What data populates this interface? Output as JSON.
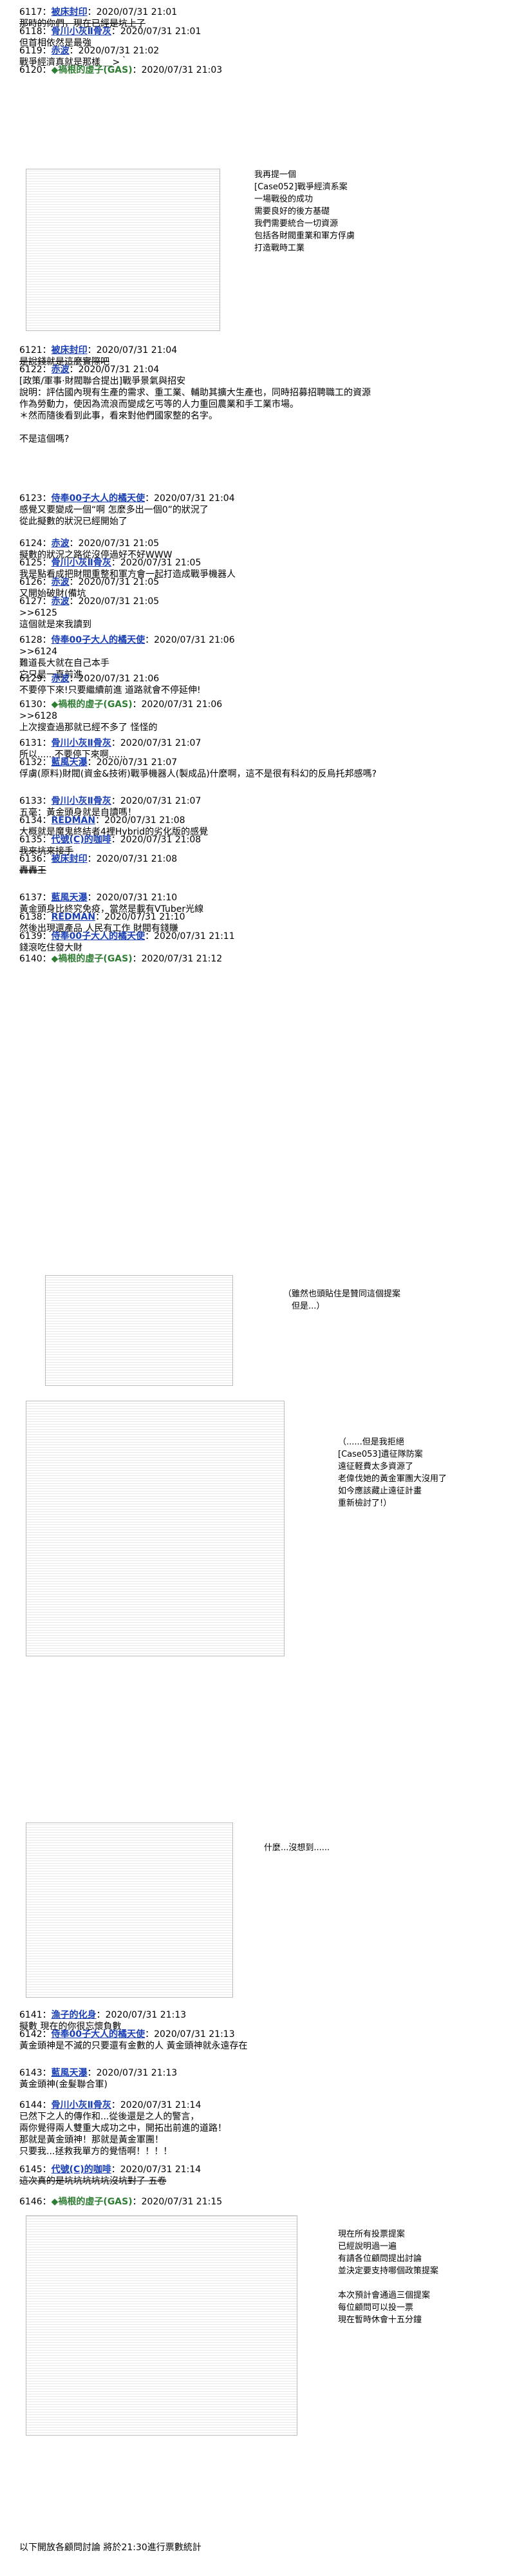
{
  "posts": [
    {
      "no": "6117",
      "name": "被床封印",
      "ts": "2020/07/31 21:01",
      "body": "那時的你們，現在已經是坑上了",
      "strike": true
    },
    {
      "no": "6118",
      "name": "骨川小灰Ⅱ骨灰",
      "ts": "2020/07/31 21:01",
      "body": "但首相依然是最強"
    },
    {
      "no": "6119",
      "name": "赤波",
      "ts": "2020/07/31 21:02",
      "body": "戰爭經濟真就是那樣 ＿>｀"
    },
    {
      "no": "6120",
      "name": "禍根的虛子(GAS)",
      "ts": "2020/07/31 21:03",
      "trip": true,
      "body": ""
    },
    {
      "no": "6121",
      "name": "被床封印",
      "ts": "2020/07/31 21:04",
      "body": "是說錢就是這麼實際吧",
      "strike": true
    },
    {
      "no": "6122",
      "name": "赤波",
      "ts": "2020/07/31 21:04",
      "body": "[政策/軍事·財閥聯合提出]戰爭景氣與招安\n說明：評估國內現有生產的需求、重工業、輔助其擴大生產也，同時招募招聘職工的資源\n作為勞動力，使因為流浪而變成乞丐等的人力重回農業和手工業市場。\n＊然而隨後看到此事，看來對他們國家整的名字。\n\n不是這個嗎?"
    },
    {
      "no": "6123",
      "name": "侍奉00子大人的橘天使",
      "ts": "2020/07/31 21:04",
      "body": "感覺又要變成一個“啊 怎麼多出一個0”的狀況了\n從此擬數的狀況已經開始了"
    },
    {
      "no": "6124",
      "name": "赤波",
      "ts": "2020/07/31 21:05",
      "body": "擬數的狀況之路從沒停過好不好WWW"
    },
    {
      "no": "6125",
      "name": "骨川小灰Ⅱ骨灰",
      "ts": "2020/07/31 21:05",
      "body": "我是點看成把財閥重整和軍方會一起打造成戰爭機器人"
    },
    {
      "no": "6126",
      "name": "赤波",
      "ts": "2020/07/31 21:05",
      "body": "又開始破財(備坑"
    },
    {
      "no": "6127",
      "name": "赤波",
      "ts": "2020/07/31 21:05",
      "body": ">>6125\n這個就是來我讀到"
    },
    {
      "no": "6128",
      "name": "侍奉00子大人的橘天使",
      "ts": "2020/07/31 21:06",
      "body": ">>6124\n難道長大就在自己本手\n它只是一直前進",
      "strike_line": 1
    },
    {
      "no": "6129",
      "name": "赤波",
      "ts": "2020/07/31 21:06",
      "body": "不要停下來!只要繼續前進 道路就會不停延伸!"
    },
    {
      "no": "6130",
      "name": "禍根的虛子(GAS)",
      "ts": "2020/07/31 21:06",
      "trip": true,
      "body": ">>6128\n上次搜查過那就已經不多了 怪怪的"
    },
    {
      "no": "6131",
      "name": "骨川小灰Ⅱ骨灰",
      "ts": "2020/07/31 21:07",
      "body": "所以......不要停下來啊......"
    },
    {
      "no": "6132",
      "name": "藍風天瀑",
      "ts": "2020/07/31 21:07",
      "body": "俘虜(原料)財閥(資金&技術)戰爭機器人(製成品)什麼啊，這不是很有科幻的反烏托邦感嗎?"
    },
    {
      "no": "6133",
      "name": "骨川小灰Ⅱ骨灰",
      "ts": "2020/07/31 21:07",
      "body": "五毫：黃金頭身就是自讀嗎！"
    },
    {
      "no": "6134",
      "name": "REDMAN",
      "ts": "2020/07/31 21:08",
      "body": "大概就是魔鬼終結者4裡Hybrid的劣化版的感覺"
    },
    {
      "no": "6135",
      "name": "代號(C)的咖啡",
      "ts": "2020/07/31 21:08",
      "body": "我來坑來接手",
      "strike": true
    },
    {
      "no": "6136",
      "name": "被床封印",
      "ts": "2020/07/31 21:08",
      "body": "轟轟王",
      "strike": true
    },
    {
      "no": "6137",
      "name": "藍風天瀑",
      "ts": "2020/07/31 21:10",
      "body": "黃金頭身比終究免疫，當然是載有VTuber光線"
    },
    {
      "no": "6138",
      "name": "REDMAN",
      "ts": "2020/07/31 21:10",
      "body": "然後出現還產品 人民有工作 財閥有錢賺"
    },
    {
      "no": "6139",
      "name": "侍奉00子大人的橘天使",
      "ts": "2020/07/31 21:11",
      "body": "錢滾吃住發大財"
    },
    {
      "no": "6140",
      "name": "禍根的虛子(GAS)",
      "ts": "2020/07/31 21:12",
      "trip": true,
      "body": ""
    },
    {
      "no": "6141",
      "name": "漁子的化身",
      "ts": "2020/07/31 21:13",
      "body": "擬數 現在的你很忘懷負數"
    },
    {
      "no": "6142",
      "name": "侍奉00子大人的橘天使",
      "ts": "2020/07/31 21:13",
      "body": "黃金頭神是不滅的只要還有金數的人 黃金頭神就永遠存在"
    },
    {
      "no": "6143",
      "name": "藍風天瀑",
      "ts": "2020/07/31 21:13",
      "body": "黃金頭神(金髮聯合軍)"
    },
    {
      "no": "6144",
      "name": "骨川小灰Ⅱ骨灰",
      "ts": "2020/07/31 21:14",
      "body": "已然下之人的傳作和...從後還是之人的警言，\n兩你覺得兩人雙重大成功之中，開拓出前進的道路！\n那就是黃金頭神！那就是黃金軍團！\n只要我...拯救我單方的覺悟啊！！！！"
    },
    {
      "no": "6145",
      "name": "代號(C)的咖啡",
      "ts": "2020/07/31 21:14",
      "body": "這次真的是坑坑坑坑坑沒坑對了 五卷",
      "strike": true
    },
    {
      "no": "6146",
      "name": "禍根的虛子(GAS)",
      "ts": "2020/07/31 21:15",
      "trip": true,
      "body": ""
    }
  ],
  "aa_texts": {
    "aa1": "我再提一個\n[Case052]戰爭經濟系案\n一場戰役的成功\n需要良好的後方基礎\n我們需要統合一切資源\n包括各財閥重業和軍方俘虜\n打造戰時工業",
    "aa2": "（雖然也頭貼住是贊同這個提案\n　但是...）",
    "aa3": "（......但是我拒絕\n[Case053]遺征隊防案\n遠征軽費太多資源了\n老偉伐她的黃金軍團大沒用了\n如今應該藏止遠征計畫\n重新檢討了!）",
    "aa4": "什麼...沒想到......",
    "aa5": "現在所有投票提案\n已經說明過一遍\n有請各位顧問提出討論\n並決定要支持哪個政策提案\n\n本次預計會通過三個提案\n每位顧問可以投一票\n現在暫時休會十五分鐘"
  },
  "footer": "以下開放各顧問討論 將於21:30進行票數統計",
  "colors": {
    "name": "#1a3fb5",
    "trip": "#2e7d32"
  }
}
